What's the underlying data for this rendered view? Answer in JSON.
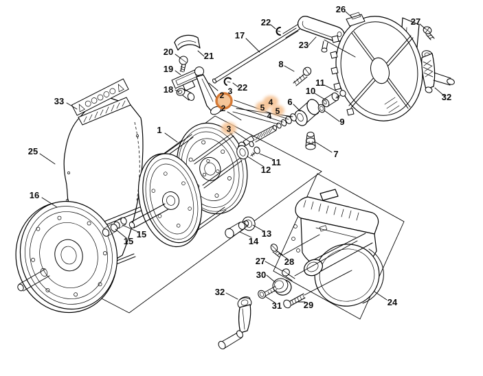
{
  "figure": {
    "type": "exploded-parts-diagram",
    "background_color": "#ffffff",
    "line_color": "#000000",
    "highlight_fill": "#f5c394",
    "highlight_ring_stroke": "#d4732c",
    "highlighted_labels": [
      "2",
      "3",
      "4",
      "5"
    ]
  },
  "callouts": [
    {
      "label": "33",
      "highlight": "none"
    },
    {
      "label": "25",
      "highlight": "none"
    },
    {
      "label": "16",
      "highlight": "none"
    },
    {
      "label": "1",
      "highlight": "none"
    },
    {
      "label": "20",
      "highlight": "none"
    },
    {
      "label": "21",
      "highlight": "none"
    },
    {
      "label": "19",
      "highlight": "none"
    },
    {
      "label": "18",
      "highlight": "none"
    },
    {
      "label": "17",
      "highlight": "none"
    },
    {
      "label": "22",
      "highlight": "none"
    },
    {
      "label": "23",
      "highlight": "none"
    },
    {
      "label": "26",
      "highlight": "none"
    },
    {
      "label": "27",
      "highlight": "none"
    },
    {
      "label": "32",
      "highlight": "none"
    },
    {
      "label": "8",
      "highlight": "none"
    },
    {
      "label": "11",
      "highlight": "none"
    },
    {
      "label": "10",
      "highlight": "none"
    },
    {
      "label": "6",
      "highlight": "none"
    },
    {
      "label": "9",
      "highlight": "none"
    },
    {
      "label": "7",
      "highlight": "none"
    },
    {
      "label": "22",
      "highlight": "none"
    },
    {
      "label": "2",
      "highlight": "ring"
    },
    {
      "label": "3",
      "highlight": "none"
    },
    {
      "label": "2",
      "highlight": "none"
    },
    {
      "label": "4",
      "highlight": "ellipse"
    },
    {
      "label": "5",
      "highlight": "ellipse"
    },
    {
      "label": "5",
      "highlight": "ellipse"
    },
    {
      "label": "4",
      "highlight": "none"
    },
    {
      "label": "3",
      "highlight": "ellipse"
    },
    {
      "label": "12",
      "highlight": "none"
    },
    {
      "label": "11",
      "highlight": "none"
    },
    {
      "label": "15",
      "highlight": "none"
    },
    {
      "label": "15",
      "highlight": "none"
    },
    {
      "label": "13",
      "highlight": "none"
    },
    {
      "label": "14",
      "highlight": "none"
    },
    {
      "label": "27",
      "highlight": "none"
    },
    {
      "label": "28",
      "highlight": "none"
    },
    {
      "label": "30",
      "highlight": "none"
    },
    {
      "label": "31",
      "highlight": "none"
    },
    {
      "label": "29",
      "highlight": "none"
    },
    {
      "label": "24",
      "highlight": "none"
    },
    {
      "label": "32",
      "highlight": "none"
    }
  ]
}
